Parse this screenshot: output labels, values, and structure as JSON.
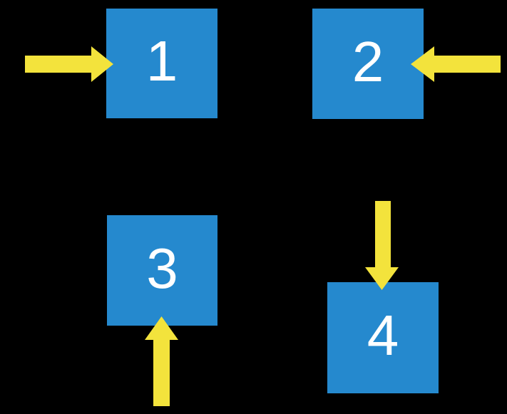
{
  "background": "#000000",
  "colors": {
    "background": "#000000",
    "square": "#2589CE",
    "arrow": "#F3E33C",
    "label": "#FFFFFF"
  },
  "squares": [
    {
      "label": "1",
      "arrow_direction": "right"
    },
    {
      "label": "2",
      "arrow_direction": "left"
    },
    {
      "label": "3",
      "arrow_direction": "up"
    },
    {
      "label": "4",
      "arrow_direction": "down"
    }
  ],
  "arrows": [
    {
      "icon": "arrow-right-icon",
      "points_at": "1"
    },
    {
      "icon": "arrow-left-icon",
      "points_at": "2"
    },
    {
      "icon": "arrow-up-icon",
      "points_at": "3"
    },
    {
      "icon": "arrow-down-icon",
      "points_at": "4"
    }
  ]
}
